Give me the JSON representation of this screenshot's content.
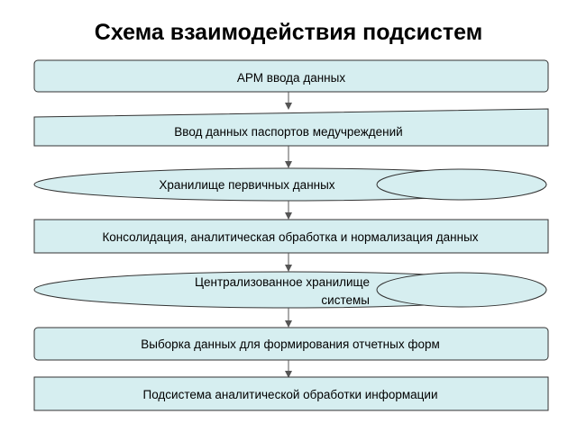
{
  "title": "Схема взаимодействия подсистем",
  "colors": {
    "fill": "#D6EEF0",
    "stroke": "#333333",
    "arrow": "#555555"
  },
  "nodes": {
    "arm": "АРМ ввода данных",
    "passport": "Ввод данных паспортов медучреждений",
    "primary_storage": "Хранилище первичных данных",
    "consolidation": "Консолидация, аналитическая обработка и нормализация данных",
    "central_storage_line1": "Централизованное хранилище",
    "central_storage_line2": "системы",
    "selection": "Выборка данных для формирования отчетных форм",
    "analytics": "Подсистема аналитической обработки информации"
  }
}
